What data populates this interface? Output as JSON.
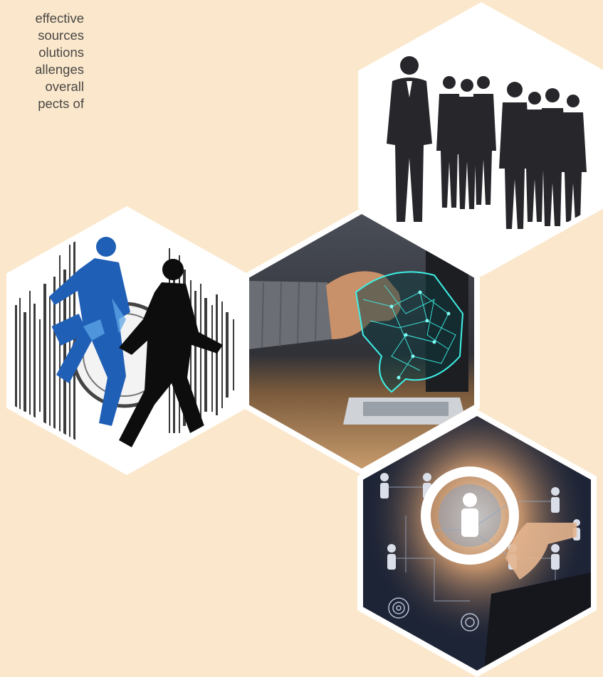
{
  "intro_text": {
    "lines": [
      "effective",
      "sources",
      "olutions",
      "allenges",
      "overall",
      "pects of"
    ]
  },
  "images": {
    "people": {
      "icon": "business-people-silhouettes",
      "color": "#27262b",
      "background": "#ffffff"
    },
    "running": {
      "icon": "running-businessmen-barcode",
      "accent": "#1f5fb6",
      "background": "#ffffff"
    },
    "handshake": {
      "icon": "digital-handshake-laptop",
      "accent": "#3ef0e6",
      "background": "#3b3d42"
    },
    "network": {
      "icon": "people-network-touch",
      "accent": "#f0b07a",
      "background": "#1d2436"
    }
  }
}
